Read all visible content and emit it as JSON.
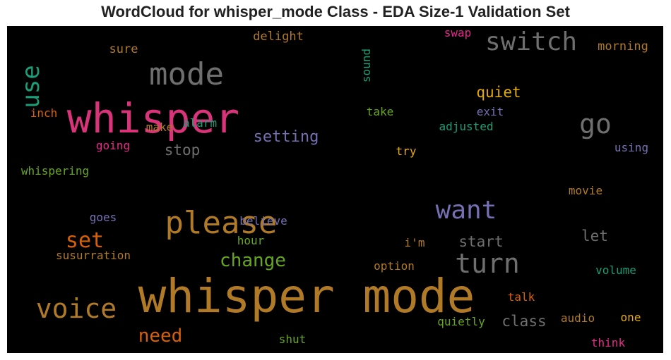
{
  "chart_data": {
    "type": "wordcloud",
    "title": "WordCloud for whisper_mode Class - EDA Size-1 Validation Set",
    "background": "#000000",
    "words": [
      {
        "text": "whisper mode",
        "color": "#b07a26"
      },
      {
        "text": "whisper",
        "color": "#d9337a"
      },
      {
        "text": "please",
        "color": "#b07a26"
      },
      {
        "text": "mode",
        "color": "#6f6f6f"
      },
      {
        "text": "switch",
        "color": "#6f6f6f"
      },
      {
        "text": "use",
        "color": "#1b9e77"
      },
      {
        "text": "want",
        "color": "#7570b3"
      },
      {
        "text": "turn",
        "color": "#6f6f6f"
      },
      {
        "text": "voice",
        "color": "#b07a26"
      },
      {
        "text": "go",
        "color": "#6f6f6f"
      },
      {
        "text": "set",
        "color": "#d95f02"
      },
      {
        "text": "change",
        "color": "#66a61e"
      },
      {
        "text": "need",
        "color": "#d95f02"
      },
      {
        "text": "setting",
        "color": "#7570b3"
      },
      {
        "text": "quiet",
        "color": "#e6ab02"
      },
      {
        "text": "start",
        "color": "#6f6f6f"
      },
      {
        "text": "let",
        "color": "#6f6f6f"
      },
      {
        "text": "stop",
        "color": "#6f6f6f"
      },
      {
        "text": "class",
        "color": "#6f6f6f"
      },
      {
        "text": "morning",
        "color": "#b07a26"
      },
      {
        "text": "delight",
        "color": "#b07a26"
      },
      {
        "text": "sure",
        "color": "#b07a26"
      },
      {
        "text": "swap",
        "color": "#e7298a"
      },
      {
        "text": "sound",
        "color": "#1b9e77"
      },
      {
        "text": "inch",
        "color": "#d95f02"
      },
      {
        "text": "take",
        "color": "#66a61e"
      },
      {
        "text": "exit",
        "color": "#7570b3"
      },
      {
        "text": "make",
        "color": "#b07a26"
      },
      {
        "text": "alarm",
        "color": "#1b9e77"
      },
      {
        "text": "adjusted",
        "color": "#1b9e77"
      },
      {
        "text": "going",
        "color": "#e7298a"
      },
      {
        "text": "try",
        "color": "#e6ab02"
      },
      {
        "text": "using",
        "color": "#7570b3"
      },
      {
        "text": "whispering",
        "color": "#66a61e"
      },
      {
        "text": "movie",
        "color": "#b07a26"
      },
      {
        "text": "goes",
        "color": "#7570b3"
      },
      {
        "text": "believe",
        "color": "#7570b3"
      },
      {
        "text": "hour",
        "color": "#66a61e"
      },
      {
        "text": "i'm",
        "color": "#b07a26"
      },
      {
        "text": "susurration",
        "color": "#b07a26"
      },
      {
        "text": "option",
        "color": "#b07a26"
      },
      {
        "text": "volume",
        "color": "#1b9e77"
      },
      {
        "text": "talk",
        "color": "#d95f02"
      },
      {
        "text": "audio",
        "color": "#b07a26"
      },
      {
        "text": "one",
        "color": "#e6ab02"
      },
      {
        "text": "quietly",
        "color": "#66a61e"
      },
      {
        "text": "shut",
        "color": "#66a61e"
      },
      {
        "text": "think",
        "color": "#e7298a"
      }
    ]
  }
}
